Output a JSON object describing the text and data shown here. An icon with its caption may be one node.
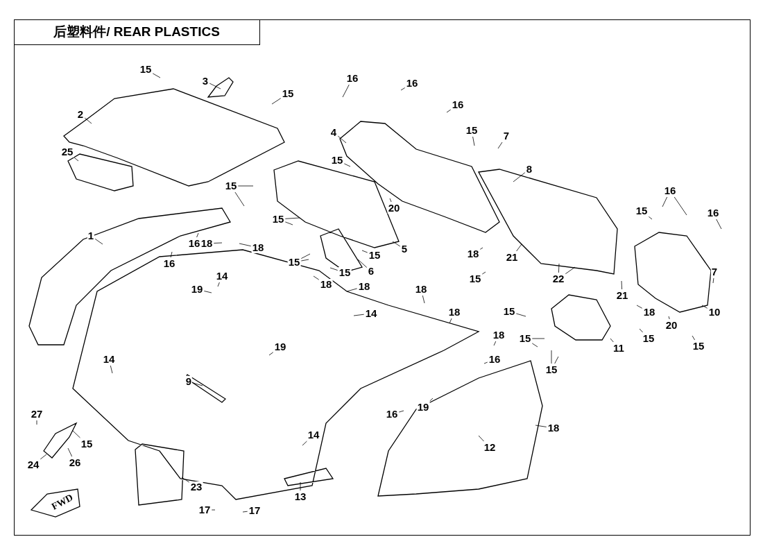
{
  "diagram": {
    "title": "后塑料件/ REAR PLASTICS",
    "nodes": [
      {
        "text": [
          "15"
        ]
      },
      {
        "text": [
          "3"
        ]
      },
      {
        "text": [
          "15"
        ]
      },
      {
        "text": [
          "16"
        ]
      },
      {
        "text": [
          "16"
        ]
      },
      {
        "text": [
          "16"
        ]
      },
      {
        "text": [
          "2"
        ]
      },
      {
        "text": [
          "4"
        ]
      },
      {
        "text": [
          "15"
        ]
      },
      {
        "text": [
          "7"
        ]
      },
      {
        "text": [
          "15"
        ]
      },
      {
        "text": [
          "25"
        ]
      },
      {
        "text": [
          "8"
        ]
      },
      {
        "text": [
          "15"
        ]
      },
      {
        "text": [
          "20"
        ]
      },
      {
        "text": [
          "16"
        ]
      },
      {
        "text": [
          "15"
        ]
      },
      {
        "text": [
          "16"
        ]
      },
      {
        "text": [
          "15"
        ]
      },
      {
        "text": [
          "1"
        ]
      },
      {
        "text": [
          "16"
        ]
      },
      {
        "text": [
          "18"
        ]
      },
      {
        "text": [
          "18"
        ]
      },
      {
        "text": [
          "5"
        ]
      },
      {
        "text": [
          "15"
        ]
      },
      {
        "text": [
          "15"
        ]
      },
      {
        "text": [
          "15"
        ]
      },
      {
        "text": [
          "6"
        ]
      },
      {
        "text": [
          "18"
        ]
      },
      {
        "text": [
          "21"
        ]
      },
      {
        "text": [
          "15"
        ]
      },
      {
        "text": [
          "22"
        ]
      },
      {
        "text": [
          "16"
        ]
      },
      {
        "text": [
          "18"
        ]
      },
      {
        "text": [
          "18"
        ]
      },
      {
        "text": [
          "14"
        ]
      },
      {
        "text": [
          "19"
        ]
      },
      {
        "text": [
          "21"
        ]
      },
      {
        "text": [
          "7"
        ]
      },
      {
        "text": [
          "14"
        ]
      },
      {
        "text": [
          "15"
        ]
      },
      {
        "text": [
          "18"
        ]
      },
      {
        "text": [
          "20"
        ]
      },
      {
        "text": [
          "10"
        ]
      },
      {
        "text": [
          "18"
        ]
      },
      {
        "text": [
          "18"
        ]
      },
      {
        "text": [
          "18"
        ]
      },
      {
        "text": [
          "15"
        ]
      },
      {
        "text": [
          "11"
        ]
      },
      {
        "text": [
          "15"
        ]
      },
      {
        "text": [
          "15"
        ]
      },
      {
        "text": [
          "16"
        ]
      },
      {
        "text": [
          "15"
        ]
      },
      {
        "text": [
          "19"
        ]
      },
      {
        "text": [
          "14"
        ]
      },
      {
        "text": [
          "9"
        ]
      },
      {
        "text": [
          "27"
        ]
      },
      {
        "text": [
          "15"
        ]
      },
      {
        "text": [
          "24"
        ]
      },
      {
        "text": [
          "26"
        ]
      },
      {
        "text": [
          "14"
        ]
      },
      {
        "text": [
          "16"
        ]
      },
      {
        "text": [
          "19"
        ]
      },
      {
        "text": [
          "18"
        ]
      },
      {
        "text": [
          "12"
        ]
      },
      {
        "text": [
          "23"
        ]
      },
      {
        "text": [
          "13"
        ]
      },
      {
        "text": [
          "17"
        ]
      },
      {
        "text": [
          "17"
        ]
      }
    ],
    "edges": [
      {
        "from": 0,
        "to": null,
        "arrow": "none"
      },
      {
        "from": 1,
        "to": null,
        "arrow": "none"
      },
      {
        "from": 2,
        "to": null,
        "arrow": "none"
      },
      {
        "from": 3,
        "to": null,
        "arrow": "none"
      },
      {
        "from": 4,
        "to": null,
        "arrow": "none"
      },
      {
        "from": 5,
        "to": null,
        "arrow": "none"
      },
      {
        "from": 6,
        "to": null,
        "arrow": "none"
      },
      {
        "from": 7,
        "to": null,
        "arrow": "none"
      },
      {
        "from": 8,
        "to": null,
        "arrow": "none"
      },
      {
        "from": 9,
        "to": null,
        "arrow": "none"
      },
      {
        "from": 10,
        "to": null,
        "arrow": "none"
      },
      {
        "from": 11,
        "to": null,
        "arrow": "none"
      },
      {
        "from": 12,
        "to": null,
        "arrow": "none"
      },
      {
        "from": 13,
        "to": null,
        "arrow": "none"
      },
      {
        "from": 13,
        "to": null,
        "arrow": "none"
      },
      {
        "from": 14,
        "to": null,
        "arrow": "none"
      },
      {
        "from": 15,
        "to": null,
        "arrow": "none"
      },
      {
        "from": 15,
        "to": null,
        "arrow": "none"
      },
      {
        "from": 16,
        "to": null,
        "arrow": "none"
      },
      {
        "from": 17,
        "to": null,
        "arrow": "none"
      },
      {
        "from": 18,
        "to": null,
        "arrow": "none"
      },
      {
        "from": 18,
        "to": null,
        "arrow": "none"
      },
      {
        "from": 19,
        "to": null,
        "arrow": "none"
      },
      {
        "from": 20,
        "to": null,
        "arrow": "none"
      },
      {
        "from": 21,
        "to": null,
        "arrow": "none"
      },
      {
        "from": 22,
        "to": null,
        "arrow": "none"
      },
      {
        "from": 23,
        "to": null,
        "arrow": "none"
      },
      {
        "from": 24,
        "to": null,
        "arrow": "none"
      },
      {
        "from": 25,
        "to": null,
        "arrow": "none"
      },
      {
        "from": 25,
        "to": null,
        "arrow": "none"
      },
      {
        "from": 26,
        "to": null,
        "arrow": "none"
      },
      {
        "from": 27,
        "to": null,
        "arrow": "none"
      },
      {
        "from": 28,
        "to": null,
        "arrow": "none"
      },
      {
        "from": 29,
        "to": null,
        "arrow": "none"
      },
      {
        "from": 30,
        "to": null,
        "arrow": "none"
      },
      {
        "from": 31,
        "to": null,
        "arrow": "none"
      },
      {
        "from": 31,
        "to": null,
        "arrow": "none"
      },
      {
        "from": 32,
        "to": null,
        "arrow": "none"
      },
      {
        "from": 33,
        "to": null,
        "arrow": "none"
      },
      {
        "from": 34,
        "to": null,
        "arrow": "none"
      },
      {
        "from": 35,
        "to": null,
        "arrow": "none"
      },
      {
        "from": 36,
        "to": null,
        "arrow": "none"
      },
      {
        "from": 37,
        "to": null,
        "arrow": "none"
      },
      {
        "from": 38,
        "to": null,
        "arrow": "none"
      },
      {
        "from": 39,
        "to": null,
        "arrow": "none"
      },
      {
        "from": 40,
        "to": null,
        "arrow": "none"
      },
      {
        "from": 41,
        "to": null,
        "arrow": "none"
      },
      {
        "from": 42,
        "to": null,
        "arrow": "none"
      },
      {
        "from": 43,
        "to": null,
        "arrow": "none"
      },
      {
        "from": 44,
        "to": null,
        "arrow": "none"
      },
      {
        "from": 45,
        "to": null,
        "arrow": "none"
      },
      {
        "from": 46,
        "to": null,
        "arrow": "none"
      },
      {
        "from": 47,
        "to": null,
        "arrow": "none"
      },
      {
        "from": 47,
        "to": null,
        "arrow": "none"
      },
      {
        "from": 48,
        "to": null,
        "arrow": "none"
      },
      {
        "from": 49,
        "to": null,
        "arrow": "none"
      },
      {
        "from": 50,
        "to": null,
        "arrow": "none"
      },
      {
        "from": 51,
        "to": null,
        "arrow": "none"
      },
      {
        "from": 52,
        "to": null,
        "arrow": "none"
      },
      {
        "from": 52,
        "to": null,
        "arrow": "none"
      },
      {
        "from": 53,
        "to": null,
        "arrow": "none"
      },
      {
        "from": 54,
        "to": null,
        "arrow": "none"
      },
      {
        "from": 55,
        "to": null,
        "arrow": "none"
      },
      {
        "from": 56,
        "to": null,
        "arrow": "none"
      },
      {
        "from": 57,
        "to": null,
        "arrow": "none"
      },
      {
        "from": 58,
        "to": null,
        "arrow": "none"
      },
      {
        "from": 59,
        "to": null,
        "arrow": "none"
      },
      {
        "from": 60,
        "to": null,
        "arrow": "none"
      },
      {
        "from": 61,
        "to": null,
        "arrow": "none"
      },
      {
        "from": 62,
        "to": null,
        "arrow": "none"
      },
      {
        "from": 63,
        "to": null,
        "arrow": "none"
      },
      {
        "from": 64,
        "to": null,
        "arrow": "none"
      },
      {
        "from": 65,
        "to": null,
        "arrow": "none"
      },
      {
        "from": 66,
        "to": null,
        "arrow": "none"
      },
      {
        "from": 67,
        "to": null,
        "arrow": "none"
      },
      {
        "from": 68,
        "to": null,
        "arrow": "none"
      }
    ],
    "labels": [
      "FWD"
    ]
  }
}
